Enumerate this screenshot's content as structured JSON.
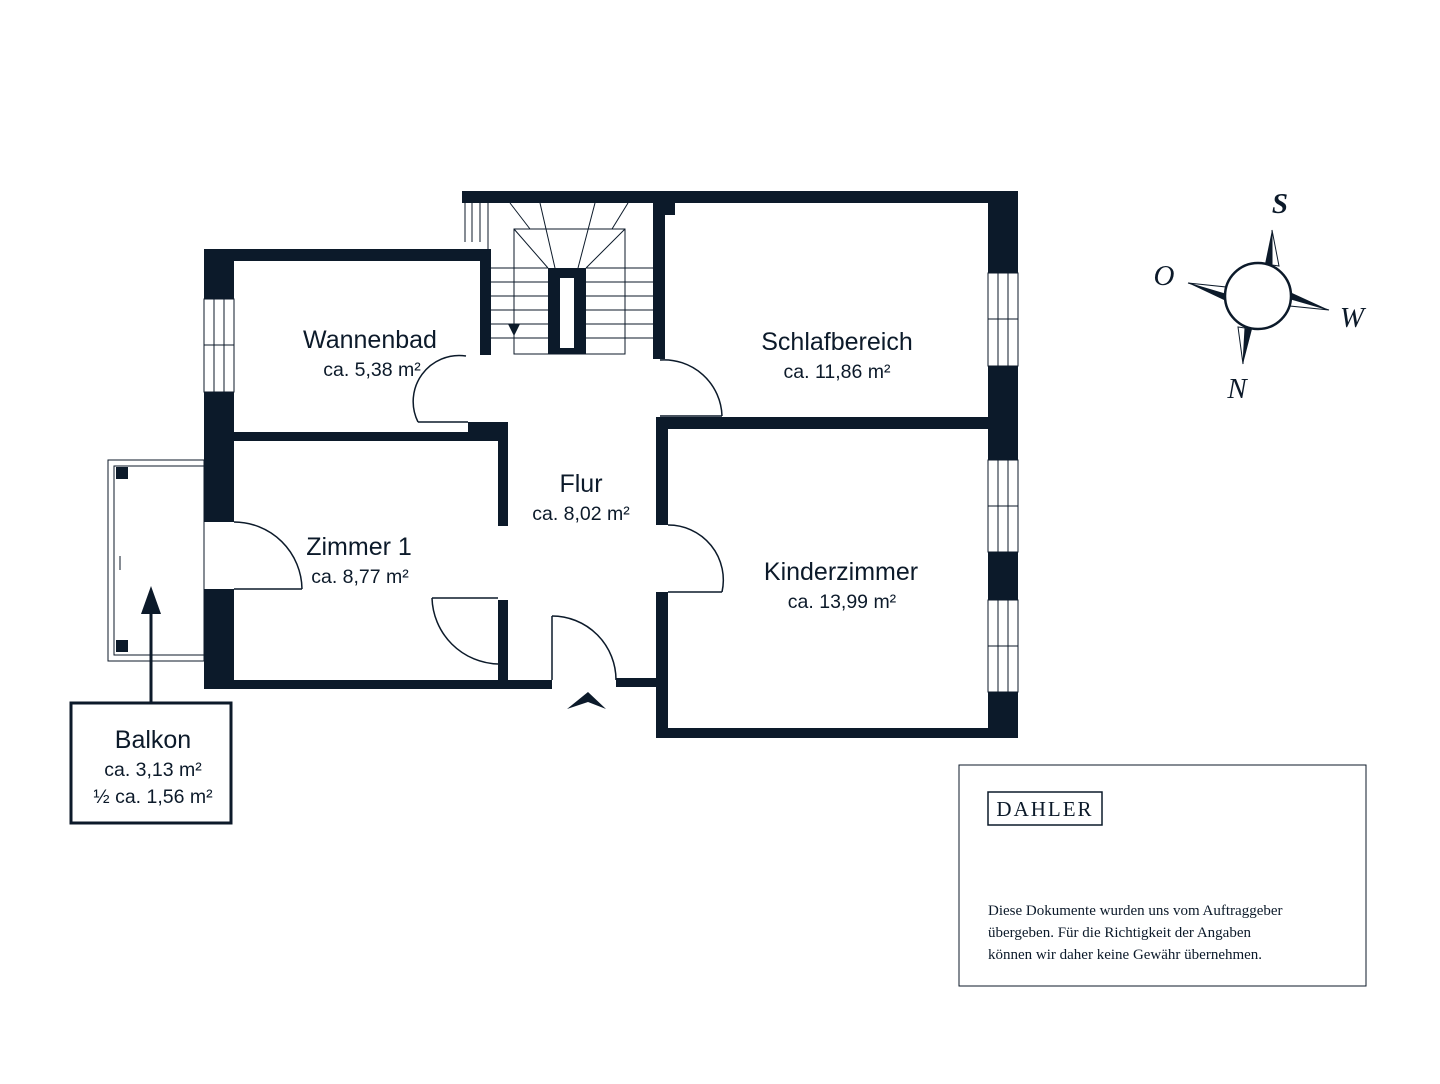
{
  "rooms": [
    {
      "id": "wannenbad",
      "name": "Wannenbad",
      "area": "ca. 5,38 m²"
    },
    {
      "id": "schlafbereich",
      "name": "Schlafbereich",
      "area": "ca. 11,86 m²"
    },
    {
      "id": "flur",
      "name": "Flur",
      "area": "ca. 8,02 m²"
    },
    {
      "id": "zimmer1",
      "name": "Zimmer 1",
      "area": "ca. 8,77 m²"
    },
    {
      "id": "kinderzimmer",
      "name": "Kinderzimmer",
      "area": "ca. 13,99 m²"
    }
  ],
  "balcony": {
    "name": "Balkon",
    "area": "ca. 3,13 m²",
    "half_area": "½ ca. 1,56 m²"
  },
  "compass": {
    "top": "S",
    "left": "O",
    "right": "W",
    "bottom": "N"
  },
  "logo": "DAHLER",
  "disclaimer": [
    "Diese Dokumente wurden uns vom Auftraggeber",
    "übergeben. Für die Richtigkeit der Angaben",
    "können wir daher keine Gewähr übernehmen."
  ],
  "colors": {
    "wall": "#0c1a2a",
    "background": "#ffffff"
  }
}
